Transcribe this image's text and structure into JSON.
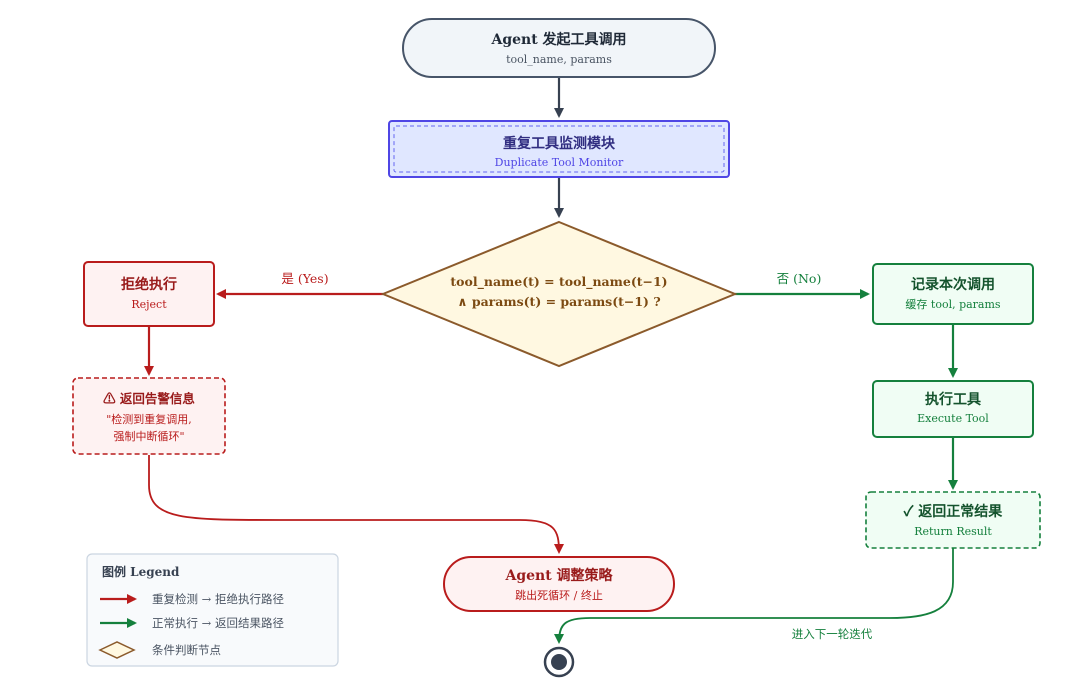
{
  "colors": {
    "dark": "#374151",
    "blue_stroke": "#4f46e5",
    "blue_fill": "#e0e7ff",
    "red": "#b91c1c",
    "red_fill": "#fef2f2",
    "green": "#15803d",
    "green_fill": "#f0fdf4",
    "diamond_stroke": "#8b5a2b",
    "diamond_fill": "#fff8e1",
    "diamond_text": "#7c4a12",
    "start_fill": "#f1f5f9"
  },
  "nodes": {
    "start": {
      "title": "Agent 发起工具调用",
      "subtitle": "tool_name, params"
    },
    "monitor": {
      "title": "重复工具监测模块",
      "subtitle": "Duplicate Tool Monitor"
    },
    "decision": {
      "line1": "tool_name(t) = tool_name(t−1)",
      "line2": "∧ params(t) = params(t−1) ?"
    },
    "reject": {
      "title": "拒绝执行",
      "subtitle": "Reject"
    },
    "alert": {
      "title": "⚠ 返回告警信息",
      "line1": "\"检测到重复调用,",
      "line2": "强制中断循环\""
    },
    "record": {
      "title": "记录本次调用",
      "subtitle": "缓存 tool, params"
    },
    "execute": {
      "title": "执行工具",
      "subtitle": "Execute Tool"
    },
    "result": {
      "title": "✓ 返回正常结果",
      "subtitle": "Return Result"
    },
    "adjust": {
      "title": "Agent 调整策略",
      "subtitle": "跳出死循环 / 终止"
    }
  },
  "edges": {
    "yes_label": "是 (Yes)",
    "no_label": "否 (No)",
    "next_iter_label": "进入下一轮迭代"
  },
  "legend": {
    "title": "图例 Legend",
    "items": [
      {
        "label": "重复检测 → 拒绝执行路径",
        "icon": "red-arrow-icon"
      },
      {
        "label": "正常执行 → 返回结果路径",
        "icon": "green-arrow-icon"
      },
      {
        "label": "条件判断节点",
        "icon": "diamond-icon"
      }
    ]
  }
}
